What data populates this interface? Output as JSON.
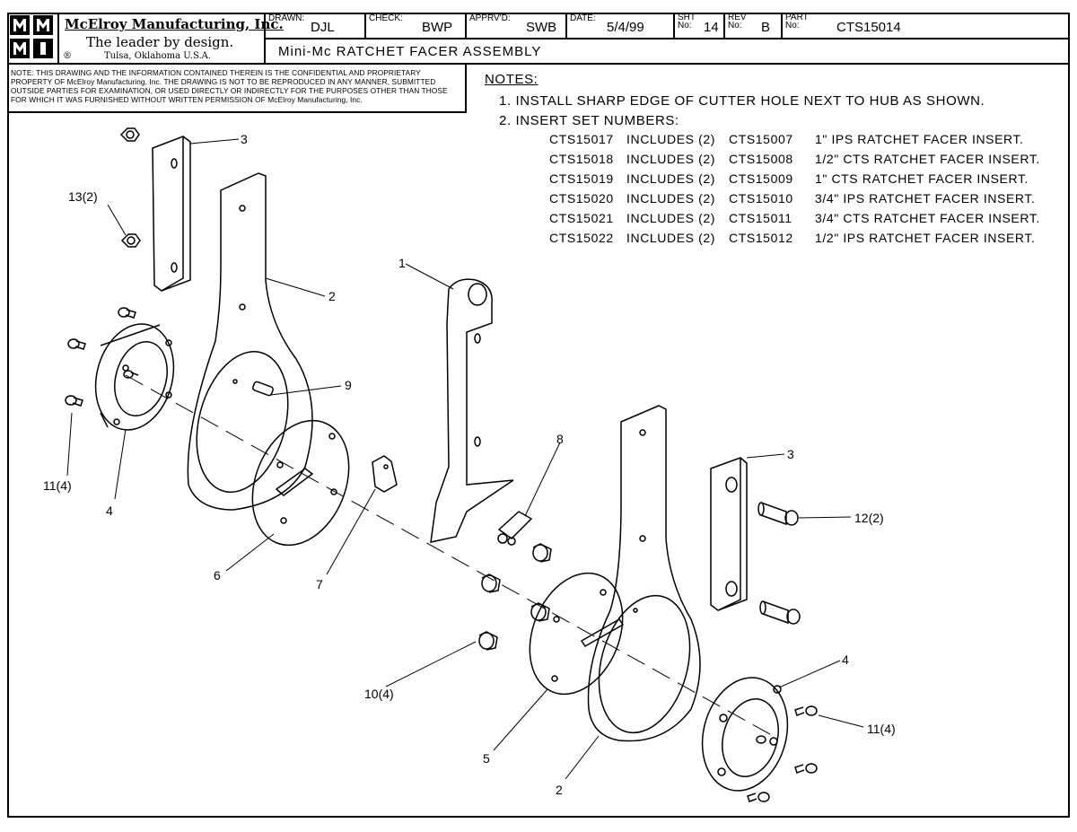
{
  "title_block": {
    "company": "McElroy Manufacturing, Inc.",
    "tagline": "The leader by design.",
    "location": "Tulsa, Oklahoma U.S.A.",
    "registered_mark": "®",
    "logo_letters": "MMI",
    "drawn_label": "DRAWN:",
    "drawn_value": "DJL",
    "check_label": "CHECK:",
    "check_value": "BWP",
    "apprvd_label": "APPRV'D:",
    "apprvd_value": "SWB",
    "date_label": "DATE:",
    "date_value": "5/4/99",
    "sht_label": "SHT No:",
    "sht_value": "14",
    "rev_label": "REV No:",
    "rev_value": "B",
    "part_label": "PART No:",
    "part_value": "CTS15014",
    "drawing_title": "Mini-Mc RATCHET FACER ASSEMBLY"
  },
  "confidential_note": "NOTE: THIS DRAWING AND THE INFORMATION CONTAINED THEREIN IS THE CONFIDENTIAL AND PROPRIETARY PROPERTY OF McElroy Manufacturing, Inc. THE DRAWING IS NOT TO BE REPRODUCED IN ANY MANNER, SUBMITTED OUTSIDE PARTIES FOR EXAMINATION, OR USED DIRECTLY OR INDIRECTLY FOR THE PURPOSES OTHER THAN THOSE FOR WHICH IT WAS FURNISHED WITHOUT WRITTEN PERMISSION OF McElroy Manufacturing, Inc.",
  "notes": {
    "heading": "NOTES:",
    "note1": "1. INSTALL SHARP EDGE OF CUTTER HOLE NEXT TO HUB AS SHOWN.",
    "note2": "2. INSERT SET NUMBERS:",
    "insert_sets": [
      {
        "set": "CTS15017",
        "includes": "INCLUDES (2)",
        "part": "CTS15007",
        "desc": "1\" IPS RATCHET FACER INSERT."
      },
      {
        "set": "CTS15018",
        "includes": "INCLUDES (2)",
        "part": "CTS15008",
        "desc": "1/2\" CTS RATCHET FACER INSERT."
      },
      {
        "set": "CTS15019",
        "includes": "INCLUDES (2)",
        "part": "CTS15009",
        "desc": "1\" CTS RATCHET FACER INSERT."
      },
      {
        "set": "CTS15020",
        "includes": "INCLUDES (2)",
        "part": "CTS15010",
        "desc": "3/4\" IPS RATCHET FACER INSERT."
      },
      {
        "set": "CTS15021",
        "includes": "INCLUDES (2)",
        "part": "CTS15011",
        "desc": "3/4\" CTS RATCHET FACER INSERT."
      },
      {
        "set": "CTS15022",
        "includes": "INCLUDES (2)",
        "part": "CTS15012",
        "desc": "1/2\" IPS RATCHET FACER INSERT."
      }
    ]
  },
  "callouts": {
    "c1": "1",
    "c2a": "2",
    "c2b": "2",
    "c3a": "3",
    "c3b": "3",
    "c4a": "4",
    "c4b": "4",
    "c5": "5",
    "c6": "6",
    "c7": "7",
    "c8": "8",
    "c9": "9",
    "c10": "10(4)",
    "c11a": "11(4)",
    "c11b": "11(4)",
    "c12": "12(2)",
    "c13": "13(2)"
  }
}
